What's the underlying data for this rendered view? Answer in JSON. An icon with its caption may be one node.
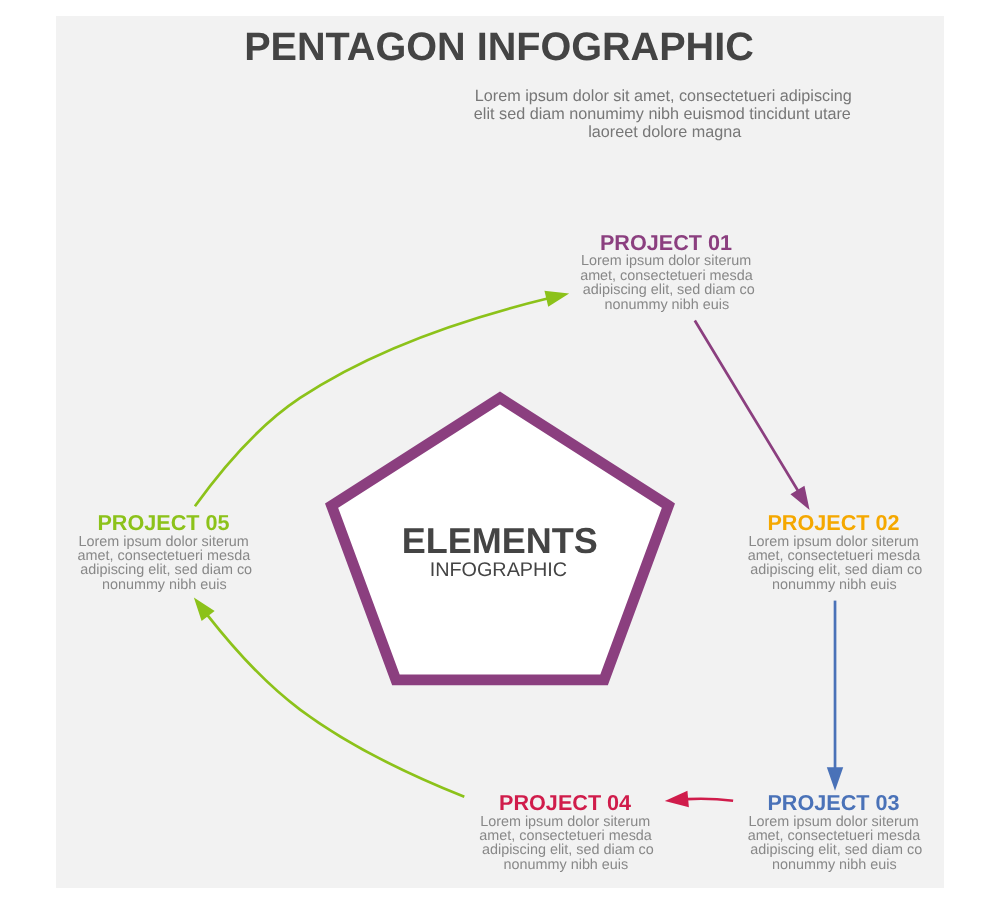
{
  "diagram": {
    "title": "PENTAGON INFOGRAPHIC",
    "nodes": [
      {
        "text": [
          "ELEMENTS",
          "INFOGRAPHIC"
        ]
      },
      {
        "text": [
          "PROJECT 01",
          "Lorem ipsum dolor siterum amet, consectetueri mesda adipiscing elit, sed diam co nonummy nibh euis"
        ]
      },
      {
        "text": [
          "PROJECT 02",
          "Lorem ipsum dolor siterum amet, consectetueri mesda adipiscing elit, sed diam co nonummy nibh euis"
        ]
      },
      {
        "text": [
          "PROJECT 03",
          "Lorem ipsum dolor siterum amet, consectetueri mesda adipiscing elit, sed diam co nonummy nibh euis"
        ]
      },
      {
        "text": [
          "PROJECT 04",
          "Lorem ipsum dolor siterum amet, consectetueri mesda adipiscing elit, sed diam co nonummy nibh euis"
        ]
      },
      {
        "text": [
          "PROJECT 05",
          "Lorem ipsum dolor siterum amet, consectetueri mesda adipiscing elit, sed diam co nonummy nibh euis"
        ]
      }
    ],
    "edges": [
      {
        "from": 1,
        "to": 2,
        "arrow": "to",
        "color": "#8b3f7f"
      },
      {
        "from": 2,
        "to": 3,
        "arrow": "to",
        "color": "#4a72b8"
      },
      {
        "from": 3,
        "to": 4,
        "arrow": "to",
        "color": "#d01c4b"
      },
      {
        "from": 4,
        "to": 5,
        "arrow": "to",
        "color": "#8cc21a"
      },
      {
        "from": 5,
        "to": 1,
        "arrow": "to",
        "color": "#8cc21a"
      }
    ],
    "labels": [
      "Lorem ipsum dolor sit amet, consectetueri adipiscing elit sed diam nonumimy nibh euismod tincidunt utare laoreet dolore magna"
    ]
  }
}
